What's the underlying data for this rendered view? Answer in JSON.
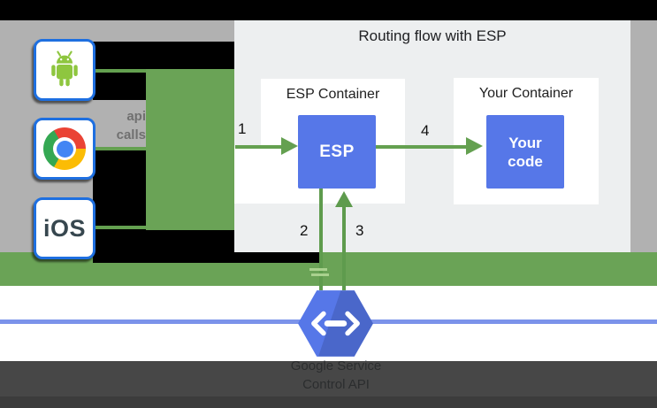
{
  "diagram": {
    "title": "Routing flow with ESP",
    "clients": {
      "android_icon": "android-robot",
      "chrome_icon": "chrome-browser",
      "ios_label": "iOS"
    },
    "client_caption": {
      "line1": "api",
      "line2": "calls"
    },
    "esp_container": {
      "title": "ESP Container",
      "box_label": "ESP"
    },
    "your_container": {
      "title": "Your Container",
      "box_label_line1": "Your",
      "box_label_line2": "code"
    },
    "steps": {
      "s1": "1",
      "s2": "2",
      "s3": "3",
      "s4": "4"
    },
    "endpoints": {
      "icon": "cloud-endpoints-hexagon",
      "caption_line1": "Google Service",
      "caption_line2": "Control API"
    },
    "colors": {
      "green": "#6aa356",
      "blue_box": "#5677e8",
      "blue_line": "#7b93ea",
      "panel_bg": "#edeff0",
      "gray_bg": "#b1b1b1",
      "border_blue": "#1e6fe0",
      "overlay_black": "#000000"
    }
  }
}
